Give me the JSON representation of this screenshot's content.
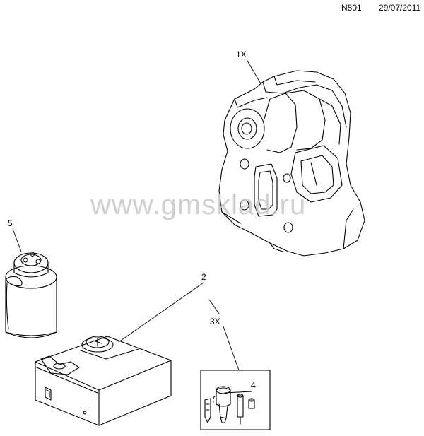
{
  "header": {
    "code": "N801",
    "date": "29/07/2011"
  },
  "callouts": {
    "part_1x": "1X",
    "part_5": "5",
    "part_2": "2",
    "part_3x": "3X",
    "part_4": "4"
  },
  "watermark": "www.gmsklad.ru"
}
